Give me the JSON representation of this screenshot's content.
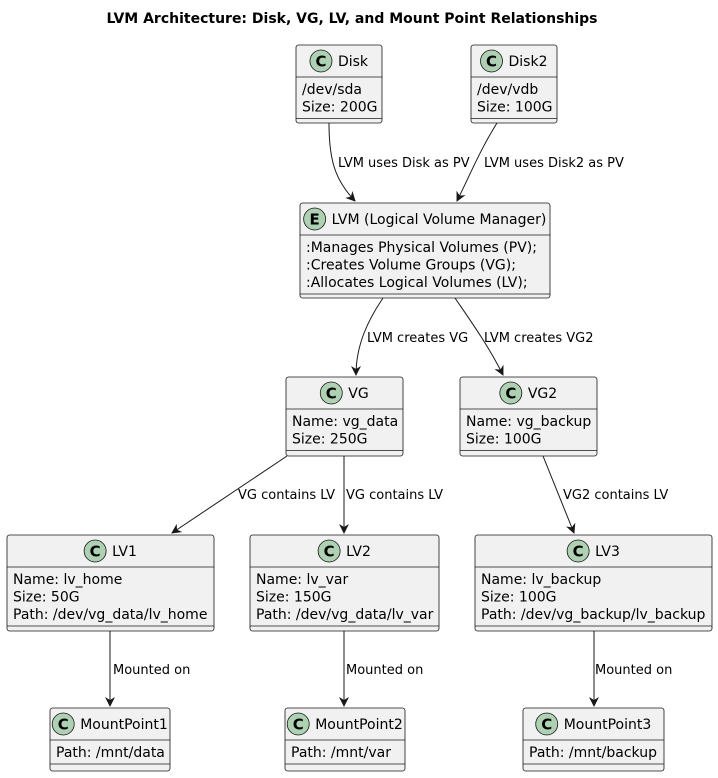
{
  "title": "LVM Architecture: Disk, VG, LV, and Mount Point Relationships",
  "colors": {
    "node_fill": "#f1f1f1",
    "border": "#181818",
    "badge": "#add1b2"
  },
  "nodes": {
    "disk": {
      "kind": "C",
      "name": "Disk",
      "attrs": [
        "/dev/sda",
        "Size: 200G"
      ]
    },
    "disk2": {
      "kind": "C",
      "name": "Disk2",
      "attrs": [
        "/dev/vdb",
        "Size: 100G"
      ]
    },
    "lvm": {
      "kind": "E",
      "name": "LVM (Logical Volume Manager)",
      "attrs": [
        ":Manages Physical Volumes (PV);",
        ":Creates Volume Groups (VG);",
        ":Allocates Logical Volumes (LV);"
      ]
    },
    "vg": {
      "kind": "C",
      "name": "VG",
      "attrs": [
        "Name: vg_data",
        "Size: 250G"
      ]
    },
    "vg2": {
      "kind": "C",
      "name": "VG2",
      "attrs": [
        "Name: vg_backup",
        "Size: 100G"
      ]
    },
    "lv1": {
      "kind": "C",
      "name": "LV1",
      "attrs": [
        "Name: lv_home",
        "Size: 50G",
        "Path: /dev/vg_data/lv_home"
      ]
    },
    "lv2": {
      "kind": "C",
      "name": "LV2",
      "attrs": [
        "Name: lv_var",
        "Size: 150G",
        "Path: /dev/vg_data/lv_var"
      ]
    },
    "lv3": {
      "kind": "C",
      "name": "LV3",
      "attrs": [
        "Name: lv_backup",
        "Size: 100G",
        "Path: /dev/vg_backup/lv_backup"
      ]
    },
    "mount1": {
      "kind": "C",
      "name": "MountPoint1",
      "attrs": [
        "Path: /mnt/data"
      ]
    },
    "mount2": {
      "kind": "C",
      "name": "MountPoint2",
      "attrs": [
        "Path: /mnt/var"
      ]
    },
    "mount3": {
      "kind": "C",
      "name": "MountPoint3",
      "attrs": [
        "Path: /mnt/backup"
      ]
    }
  },
  "edges": [
    {
      "from": "disk",
      "to": "lvm",
      "label": "LVM uses Disk as PV"
    },
    {
      "from": "disk2",
      "to": "lvm",
      "label": "LVM uses Disk2 as PV"
    },
    {
      "from": "lvm",
      "to": "vg",
      "label": "LVM creates VG"
    },
    {
      "from": "lvm",
      "to": "vg2",
      "label": "LVM creates VG2"
    },
    {
      "from": "vg",
      "to": "lv1",
      "label": "VG contains LV"
    },
    {
      "from": "vg",
      "to": "lv2",
      "label": "VG contains LV"
    },
    {
      "from": "vg2",
      "to": "lv3",
      "label": "VG2 contains LV"
    },
    {
      "from": "lv1",
      "to": "mount1",
      "label": "Mounted on"
    },
    {
      "from": "lv2",
      "to": "mount2",
      "label": "Mounted on"
    },
    {
      "from": "lv3",
      "to": "mount3",
      "label": "Mounted on"
    }
  ]
}
